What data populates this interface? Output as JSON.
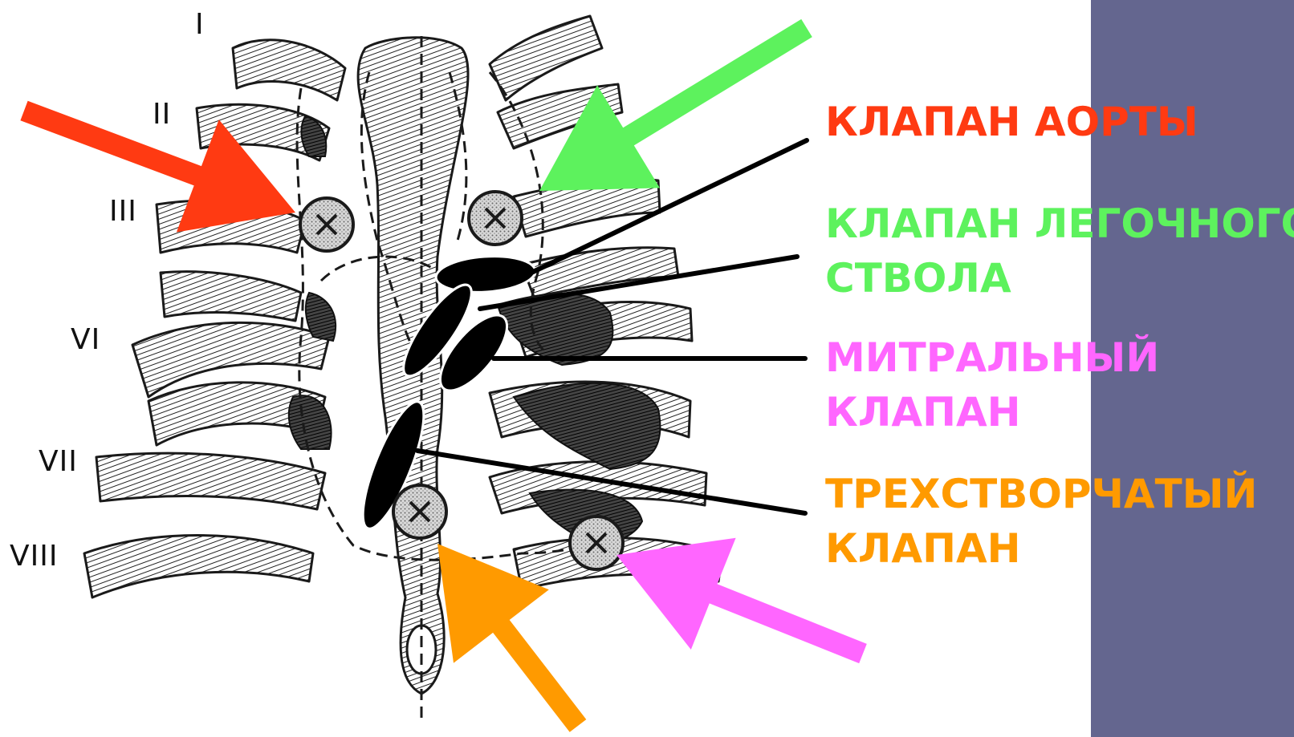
{
  "rib_numbers": [
    "I",
    "II",
    "III",
    "VI",
    "VII",
    "VIII"
  ],
  "labels": [
    {
      "lines": [
        "КЛАПАН АОРТЫ"
      ],
      "color": "#ff3a12"
    },
    {
      "lines": [
        "КЛАПАН ЛЕГОЧНОГО",
        "СТВОЛА"
      ],
      "color": "#5df25d"
    },
    {
      "lines": [
        "МИТРАЛЬНЫЙ",
        "КЛАПАН"
      ],
      "color": "#ff66ff"
    },
    {
      "lines": [
        "ТРЕХСТВОРЧАТЫЙ",
        "КЛАПАН"
      ],
      "color": "#ff9a00"
    }
  ],
  "colors": {
    "background": "#ffffff",
    "side_panel": "#64668f",
    "aortic_arrow": "#ff3a12",
    "pulmonary_arrow": "#5df25d",
    "mitral_arrow": "#ff66ff",
    "tricuspid_arrow": "#ff9a00",
    "valve_projection": "#000000",
    "auscultation_point": "#c9c9c9",
    "bone_line": "#1a1a1a"
  },
  "icons": [
    "auscultation-point-icon",
    "arrow-icon"
  ]
}
